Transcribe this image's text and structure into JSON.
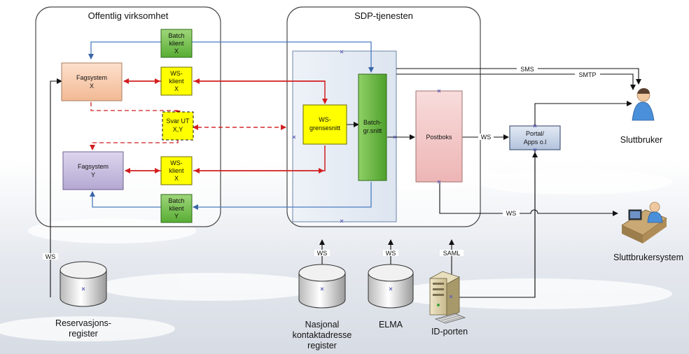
{
  "groups": {
    "public_sector": "Offentlig virksomhet",
    "sdp_service": "SDP-tjenesten"
  },
  "nodes": {
    "batch_client_top": [
      "Batch",
      "klient",
      "X"
    ],
    "fagsystem_x": [
      "Fagsystem",
      "X"
    ],
    "ws_client_top": [
      "WS-",
      "klient",
      "X"
    ],
    "svar_ut": [
      "Svar UT",
      "X,Y"
    ],
    "fagsystem_y": [
      "Fagsystem",
      "Y"
    ],
    "ws_client_bottom": [
      "WS-",
      "klient",
      "X"
    ],
    "batch_client_bottom": [
      "Batch",
      "klient",
      "Y"
    ],
    "ws_interface": [
      "WS-",
      "grensesnitt"
    ],
    "batch_interface": [
      "Batch-",
      "gr.snitt"
    ],
    "postboks": "Postboks",
    "portal": [
      "Portal/",
      "Apps o.l"
    ]
  },
  "edge_labels": {
    "sms": "SMS",
    "smtp": "SMTP",
    "ws_postboks_portal": "WS",
    "ws_to_enduser_system": "WS",
    "ws_reservation": "WS",
    "ws_nasjonal": "WS",
    "ws_elma": "WS",
    "saml": "SAML"
  },
  "actors": {
    "end_user": "Sluttbruker",
    "end_user_system": "Sluttbrukersystem"
  },
  "databases": {
    "reservation": [
      "Reservasjons-",
      "register"
    ],
    "nasjonal": [
      "Nasjonal",
      "kontaktadresse",
      "register"
    ],
    "elma": "ELMA"
  },
  "server": {
    "id_porten": "ID-porten"
  },
  "colors": {
    "fagsystem_x": "#f6cdb3",
    "fagsystem_y": "#c9bfdf",
    "batch_green": "#6cbf45",
    "ws_yellow": "#ffff00",
    "postboks": "#f3c6c6",
    "portal": "#c9d5e8",
    "blue_line": "#4a7cc0",
    "red_line": "#d21f1f"
  }
}
